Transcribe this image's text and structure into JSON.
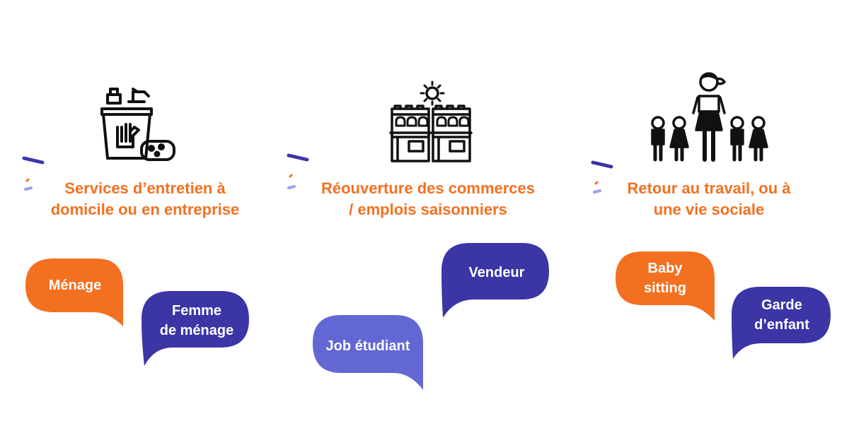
{
  "colors": {
    "orange": "#f37021",
    "indigo": "#3b35a6",
    "periwinkle": "#6367d3",
    "icon": "#111111"
  },
  "columns": [
    {
      "icon": "cleaning-bucket-icon",
      "title_lines": [
        "Services d’entretien à",
        "domicile ou en entreprise"
      ],
      "bubbles": [
        {
          "lines": [
            "Ménage"
          ],
          "color": "orange"
        },
        {
          "lines": [
            "Femme",
            "de ménage"
          ],
          "color": "indigo"
        }
      ]
    },
    {
      "icon": "shops-sun-icon",
      "title_lines": [
        "Réouverture des commerces",
        "/ emplois saisonniers"
      ],
      "bubbles": [
        {
          "lines": [
            "Vendeur"
          ],
          "color": "indigo"
        },
        {
          "lines": [
            "Job étudiant"
          ],
          "color": "periwinkle"
        }
      ]
    },
    {
      "icon": "adult-with-children-icon",
      "title_lines": [
        "Retour au travail, ou à",
        "une vie sociale"
      ],
      "bubbles": [
        {
          "lines": [
            "Baby",
            "sitting"
          ],
          "color": "orange"
        },
        {
          "lines": [
            "Garde",
            "d’enfant"
          ],
          "color": "indigo"
        }
      ]
    }
  ]
}
